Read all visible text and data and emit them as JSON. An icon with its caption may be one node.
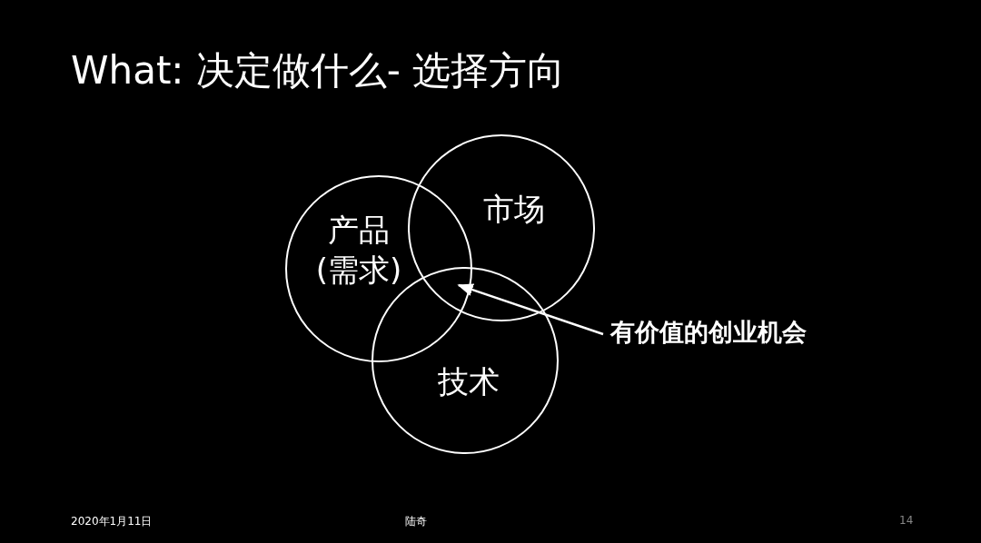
{
  "diagram": {
    "title": "What: 决定做什么- 选择方向",
    "nodes": [
      {
        "text": [
          "产品 (需求)"
        ]
      },
      {
        "text": [
          "市场"
        ]
      },
      {
        "text": [
          "技术"
        ]
      },
      {
        "text": [
          "有价值的创业机会"
        ]
      }
    ],
    "edges": [
      {
        "from": 3,
        "to": 0,
        "arrow": "to"
      }
    ],
    "labels": [
      "2020年1月11日",
      "陆奇",
      "14"
    ]
  }
}
